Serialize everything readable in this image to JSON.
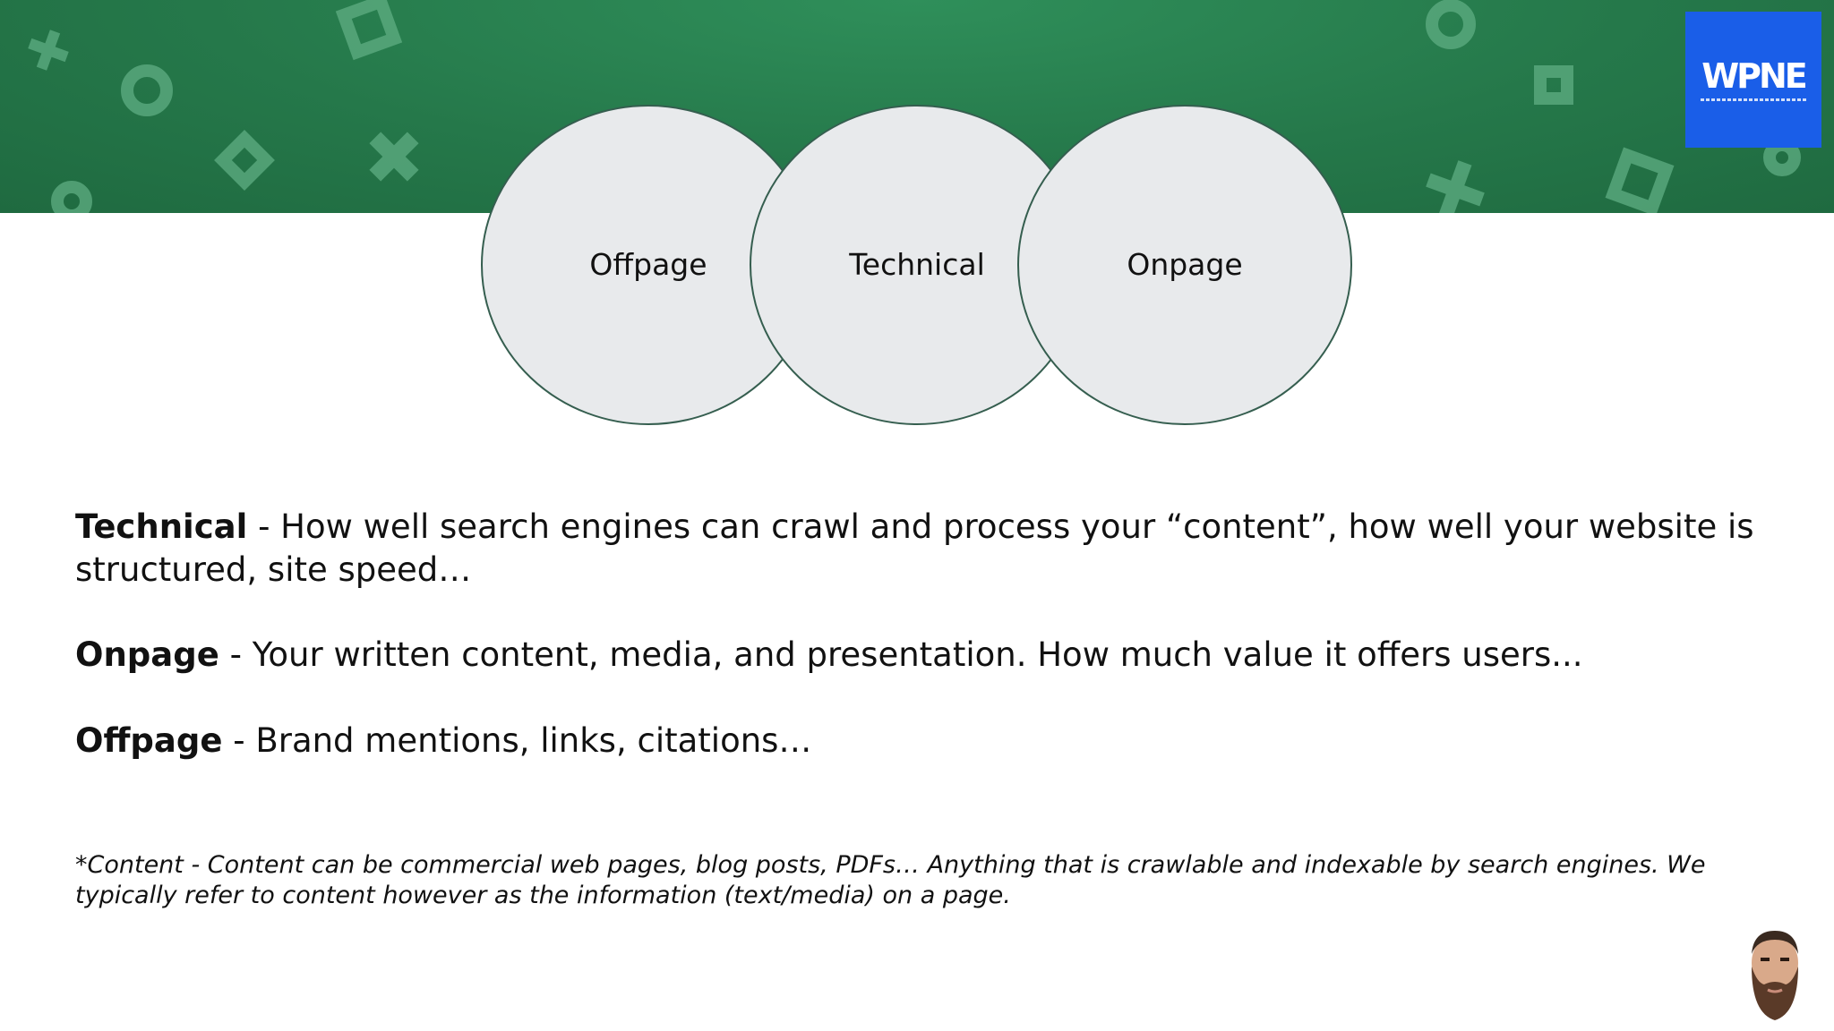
{
  "logo": {
    "text": "WPNE",
    "color": "#1a5ee8"
  },
  "banner": {
    "color": "#25784a"
  },
  "diagram": {
    "circles": [
      {
        "id": "offpage",
        "label": "Offpage"
      },
      {
        "id": "technical",
        "label": "Technical"
      },
      {
        "id": "onpage",
        "label": "Onpage"
      }
    ],
    "fill": "#e8eaec",
    "stroke": "#355e4f"
  },
  "descriptions": [
    {
      "term": "Technical",
      "text": " - How well search engines can crawl and process your “content”, how well your website is structured, site speed…"
    },
    {
      "term": "Onpage",
      "text": " - Your written content, media, and presentation. How much value it offers users..."
    },
    {
      "term": "Offpage",
      "text": " - Brand mentions, links, citations…"
    }
  ],
  "footnote": "*Content - Content can be commercial web pages, blog posts, PDFs… Anything that is crawlable and indexable by search engines. We typically refer to content however as the information (text/media) on a page."
}
